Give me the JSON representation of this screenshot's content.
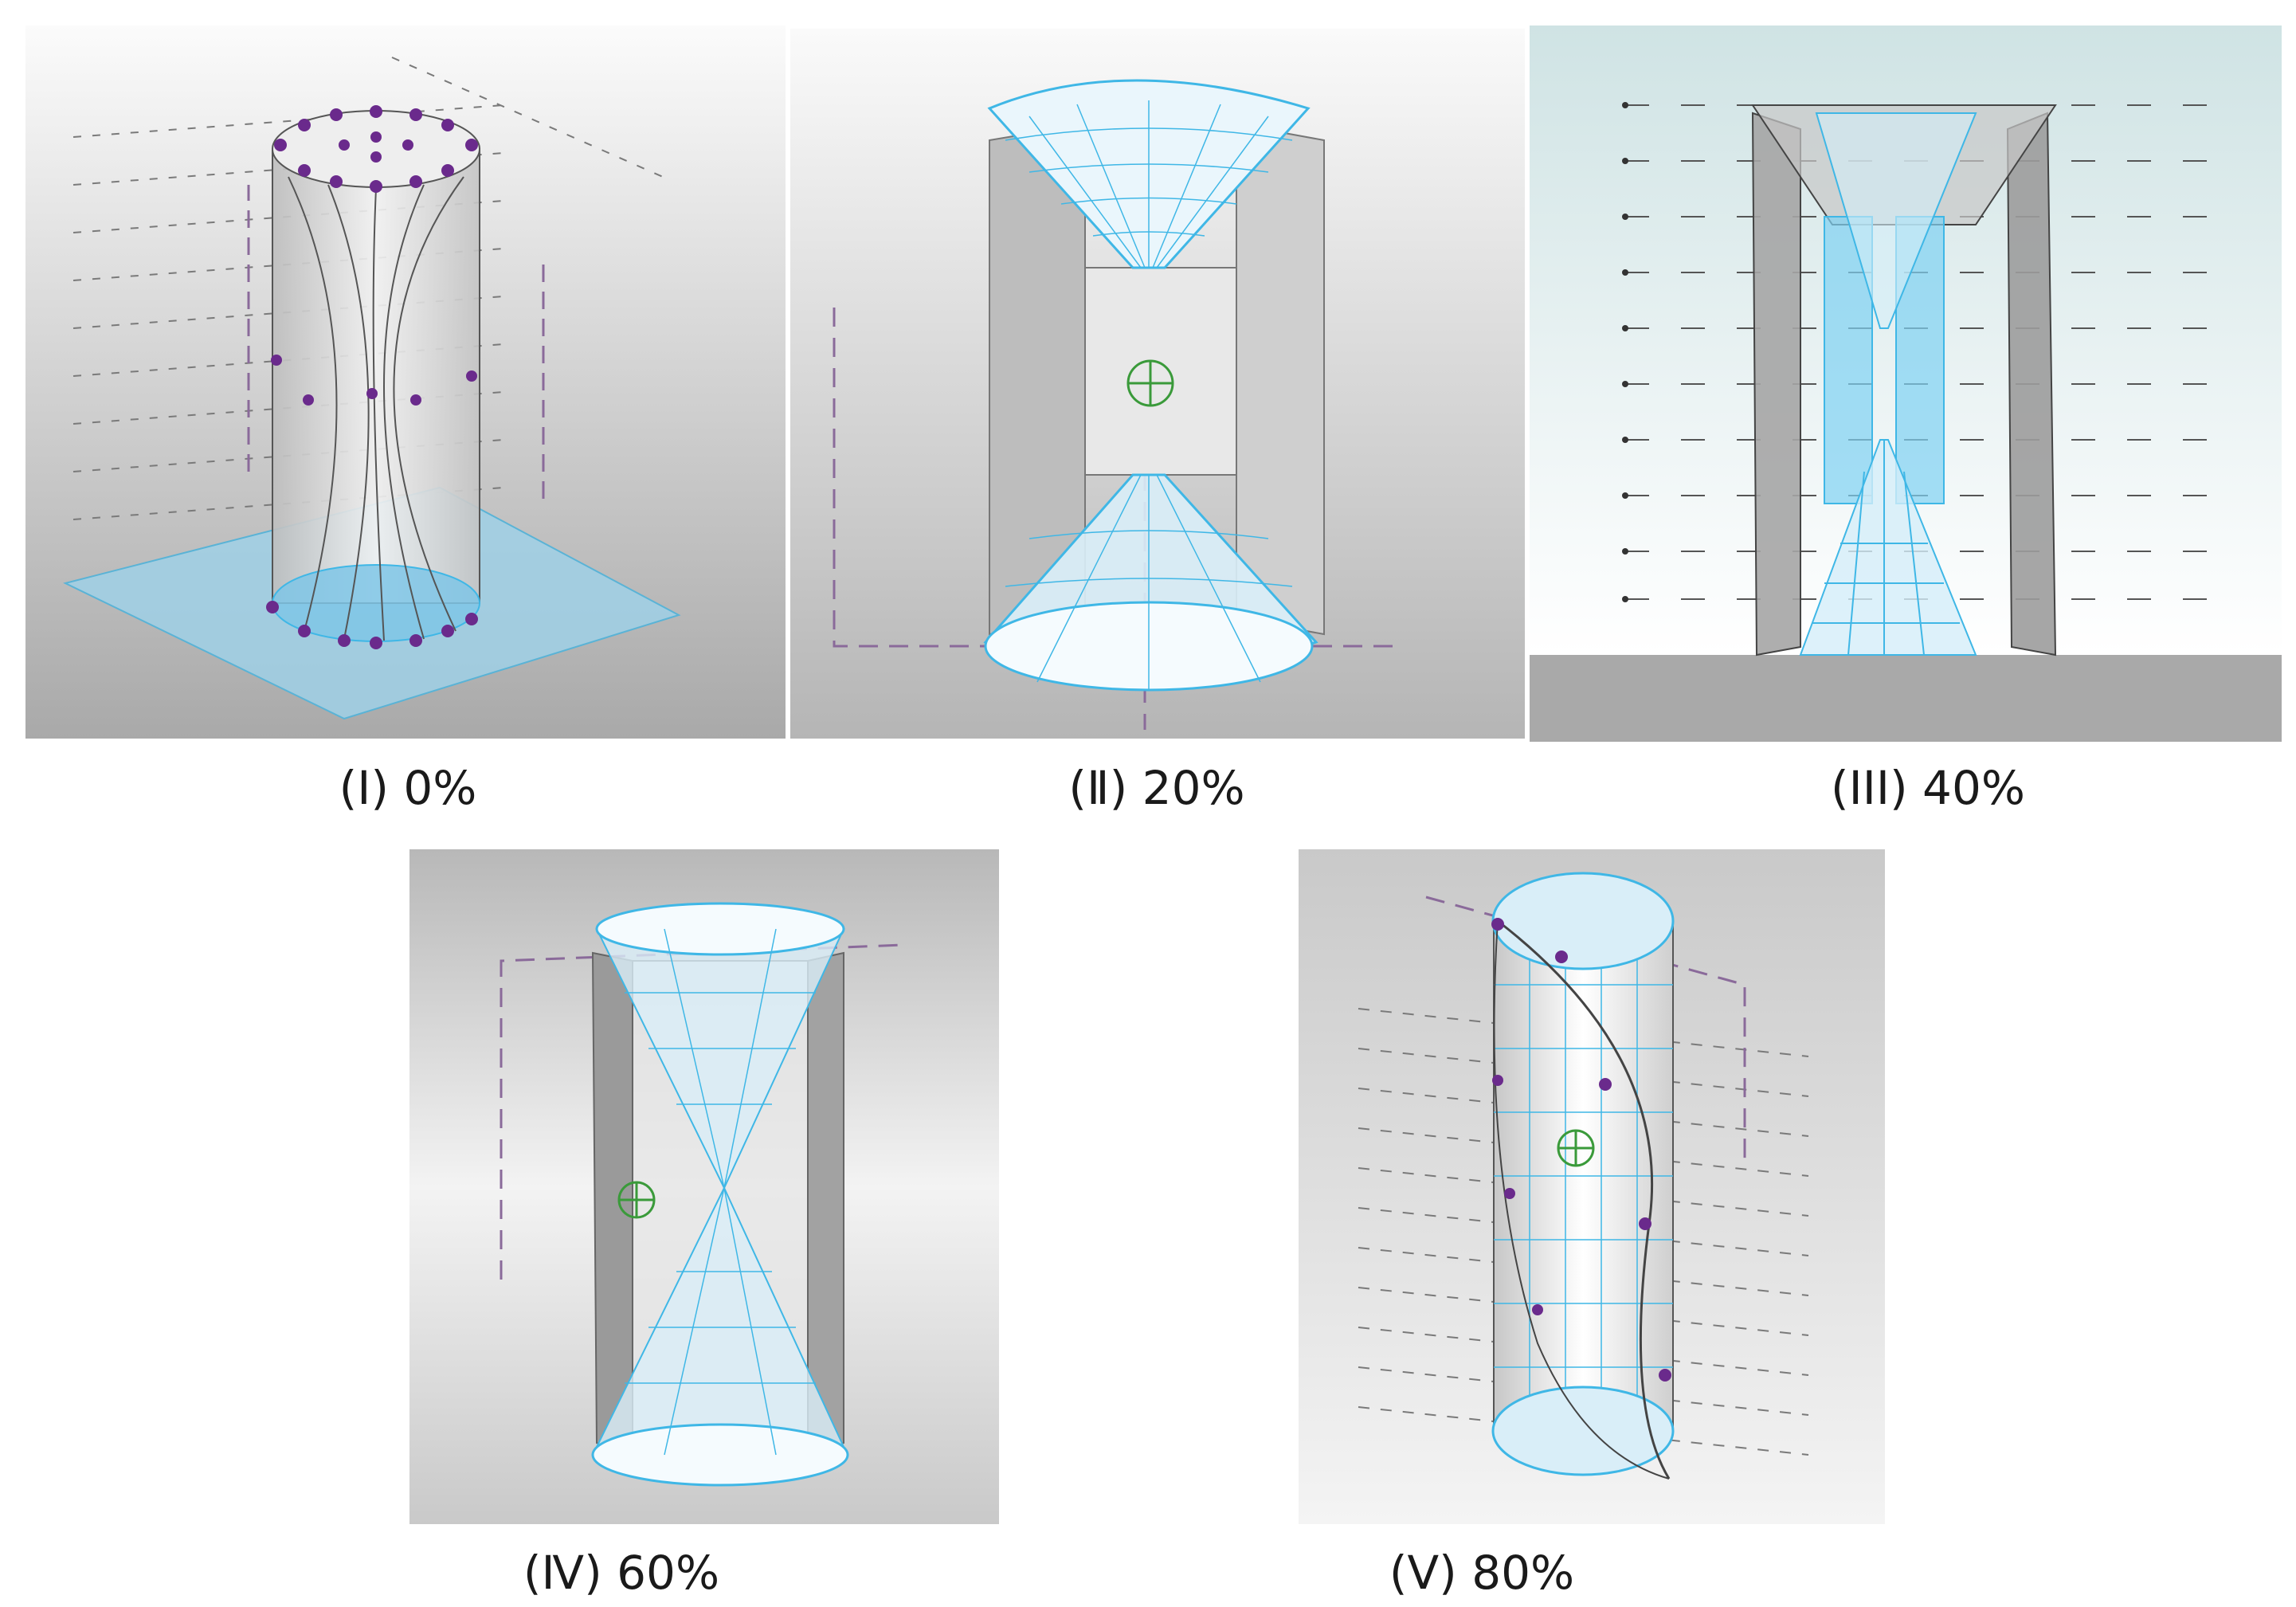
{
  "figure": {
    "panels": [
      {
        "id": "I",
        "label": "(Ⅰ) 0%",
        "stage_percent": 0
      },
      {
        "id": "II",
        "label": "(Ⅱ) 20%",
        "stage_percent": 20
      },
      {
        "id": "III",
        "label": "(III) 40%",
        "stage_percent": 40
      },
      {
        "id": "IV",
        "label": "(Ⅳ) 60%",
        "stage_percent": 60
      },
      {
        "id": "V",
        "label": "(Ⅴ) 80%",
        "stage_percent": 80
      }
    ],
    "colors": {
      "mesh": "#3fb7e6",
      "node": "#6a2a8c",
      "ground_plane": "#9fd0e6",
      "guide_dash": "#8a6a9a",
      "solid_face": "#cfcfcf",
      "centroid_marker": "#3a9a3a"
    }
  }
}
